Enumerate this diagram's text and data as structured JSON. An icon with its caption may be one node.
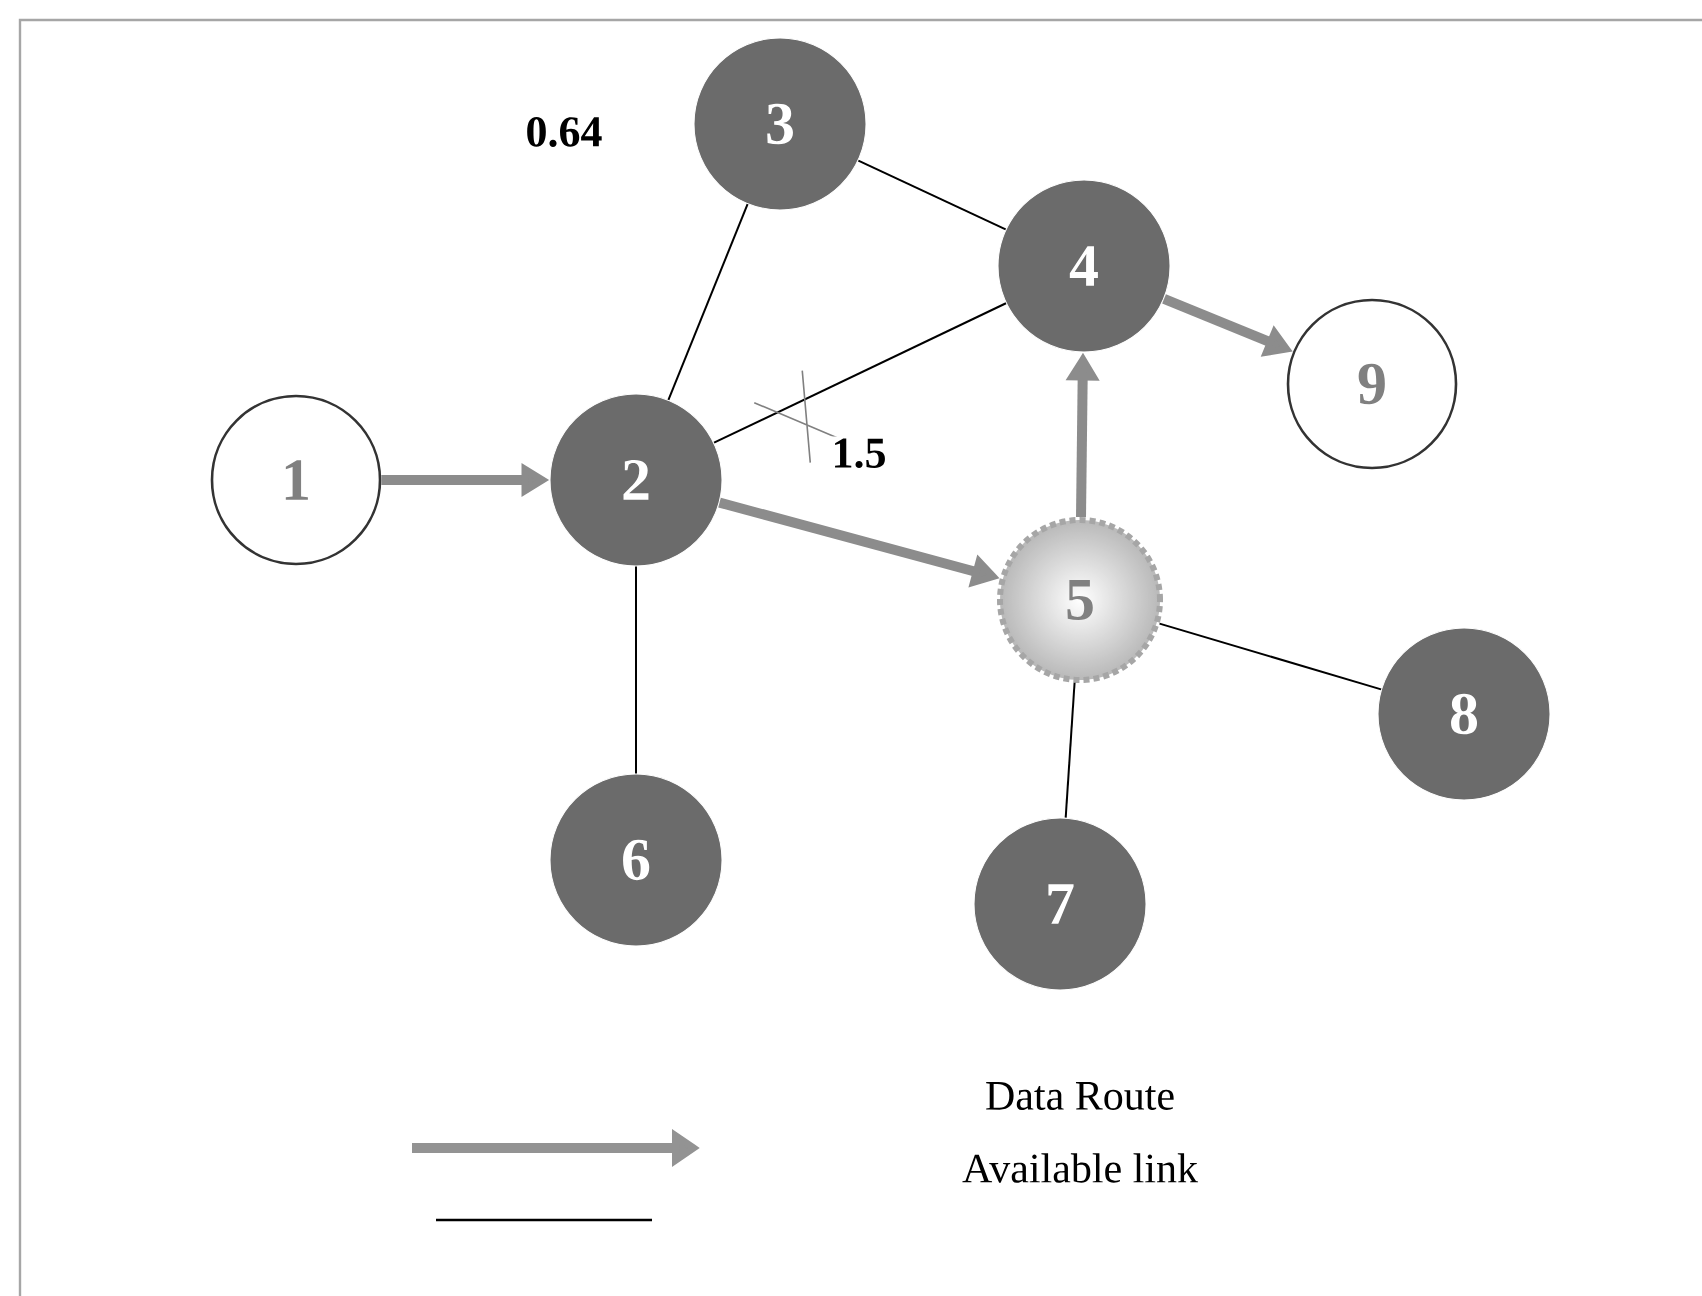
{
  "diagram": {
    "nodes": [
      {
        "text": [
          "1"
        ]
      },
      {
        "text": [
          "2"
        ]
      },
      {
        "text": [
          "3"
        ]
      },
      {
        "text": [
          "4"
        ]
      },
      {
        "text": [
          "5"
        ]
      },
      {
        "text": [
          "6"
        ]
      },
      {
        "text": [
          "7"
        ]
      },
      {
        "text": [
          "8"
        ]
      },
      {
        "text": [
          "9"
        ]
      }
    ],
    "edges": [
      {
        "from": 0,
        "to": 1,
        "arrow": "to",
        "style": "thick",
        "color": "#8c8c8c"
      },
      {
        "from": 1,
        "to": 4,
        "arrow": "to",
        "style": "thick",
        "color": "#8c8c8c"
      },
      {
        "from": 4,
        "to": 3,
        "arrow": "to",
        "style": "thick",
        "color": "#8c8c8c"
      },
      {
        "from": 3,
        "to": 8,
        "arrow": "to",
        "style": "thick",
        "color": "#8c8c8c"
      },
      {
        "from": 1,
        "to": 2,
        "arrow": "none"
      },
      {
        "from": 2,
        "to": 3,
        "arrow": "none"
      },
      {
        "from": 1,
        "to": 3,
        "arrow": "none",
        "label": "1.5"
      },
      {
        "from": 1,
        "to": 5,
        "arrow": "none"
      },
      {
        "from": 4,
        "to": 6,
        "arrow": "none"
      },
      {
        "from": 4,
        "to": 7,
        "arrow": "none"
      }
    ],
    "labels": [
      "0.64"
    ],
    "legend": [
      {
        "text": "Data Route"
      },
      {
        "text": "Available link"
      }
    ]
  }
}
